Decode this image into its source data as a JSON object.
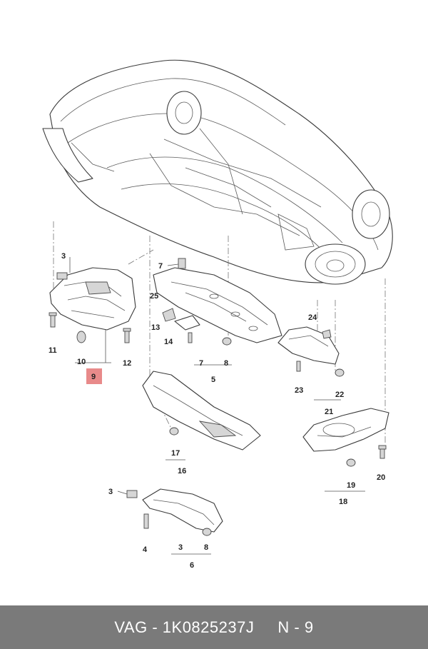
{
  "diagram": {
    "callouts": [
      {
        "id": "c3a",
        "label": "3"
      },
      {
        "id": "c7a",
        "label": "7"
      },
      {
        "id": "c25",
        "label": "25"
      },
      {
        "id": "c13",
        "label": "13"
      },
      {
        "id": "c14",
        "label": "14"
      },
      {
        "id": "c11",
        "label": "11"
      },
      {
        "id": "c10",
        "label": "10"
      },
      {
        "id": "c9",
        "label": "9"
      },
      {
        "id": "c12",
        "label": "12"
      },
      {
        "id": "c7b",
        "label": "7"
      },
      {
        "id": "c8a",
        "label": "8"
      },
      {
        "id": "c5",
        "label": "5"
      },
      {
        "id": "c24",
        "label": "24"
      },
      {
        "id": "c23",
        "label": "23"
      },
      {
        "id": "c22",
        "label": "22"
      },
      {
        "id": "c21",
        "label": "21"
      },
      {
        "id": "c17",
        "label": "17"
      },
      {
        "id": "c16",
        "label": "16"
      },
      {
        "id": "c20",
        "label": "20"
      },
      {
        "id": "c19",
        "label": "19"
      },
      {
        "id": "c18",
        "label": "18"
      },
      {
        "id": "c3b",
        "label": "3"
      },
      {
        "id": "c4",
        "label": "4"
      },
      {
        "id": "c3c",
        "label": "3"
      },
      {
        "id": "c8b",
        "label": "8"
      },
      {
        "id": "c6",
        "label": "6"
      }
    ],
    "highlight_color": "#e88a8a"
  },
  "footer": {
    "brand": "VAG",
    "separator": " - ",
    "part_number": "1K0825237J",
    "position": "N - 9",
    "background": "#7a7a7a"
  }
}
